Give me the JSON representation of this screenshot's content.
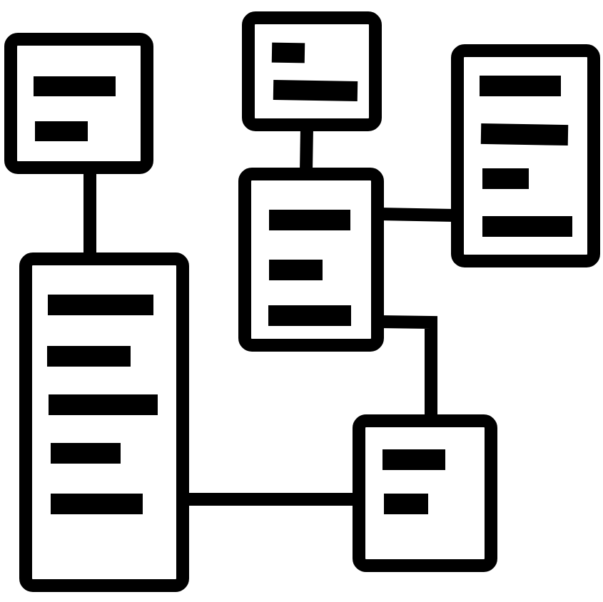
{
  "diagram": {
    "colors": {
      "stroke": "#000000",
      "fill": "#ffffff",
      "background": "#ffffff"
    },
    "nodes": [
      {
        "id": "node-top-left",
        "text_lines": 2
      },
      {
        "id": "node-top-center",
        "text_lines": 2
      },
      {
        "id": "node-top-right",
        "text_lines": 4
      },
      {
        "id": "node-center",
        "text_lines": 3
      },
      {
        "id": "node-bottom-left",
        "text_lines": 5
      },
      {
        "id": "node-bottom-right",
        "text_lines": 2
      }
    ],
    "edges": [
      {
        "from": "node-top-left",
        "to": "node-bottom-left"
      },
      {
        "from": "node-top-center",
        "to": "node-center"
      },
      {
        "from": "node-center",
        "to": "node-top-right"
      },
      {
        "from": "node-center",
        "to": "node-bottom-right"
      },
      {
        "from": "node-bottom-left",
        "to": "node-bottom-right"
      }
    ]
  }
}
